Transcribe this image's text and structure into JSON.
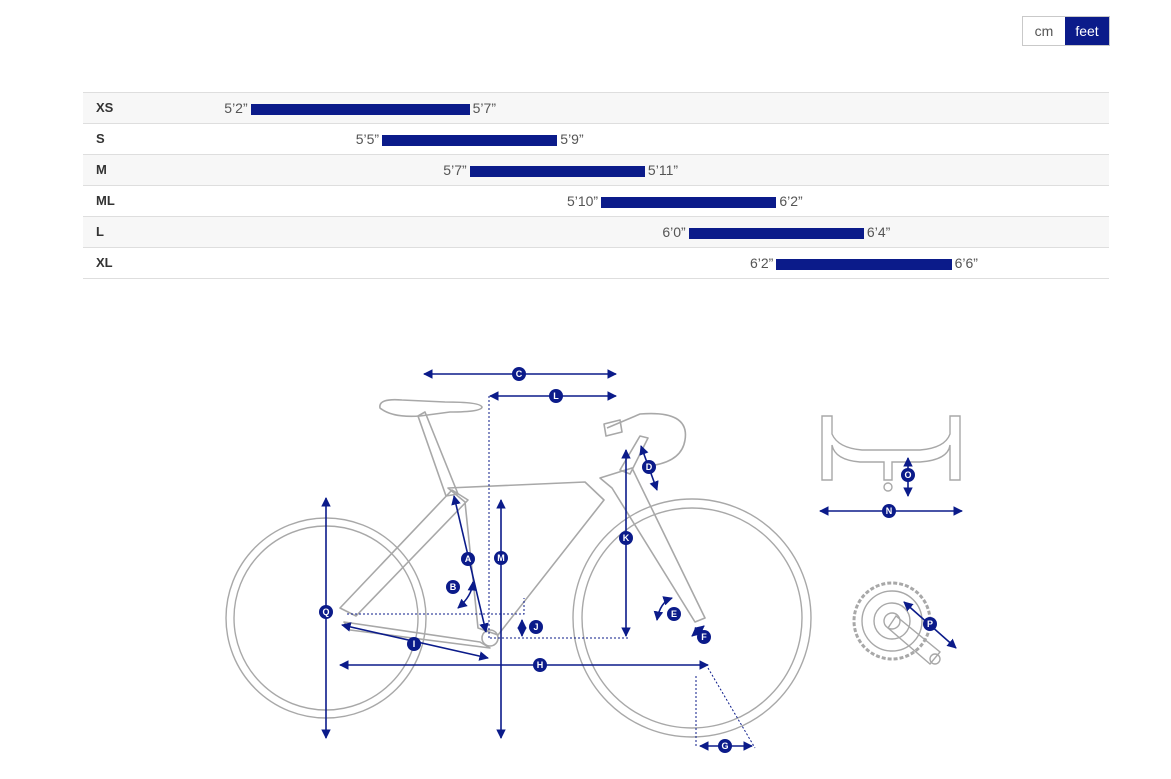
{
  "unit_toggle": {
    "options": [
      {
        "label": "cm",
        "active": false
      },
      {
        "label": "feet",
        "active": true
      }
    ]
  },
  "size_chart": {
    "axis_min_ft": 5.0,
    "axis_max_ft": 6.75,
    "rows": [
      {
        "size": "XS",
        "min_label": "5’2”",
        "max_label": "5’7”",
        "min_value": 5.1667,
        "max_value": 5.5833
      },
      {
        "size": "S",
        "min_label": "5’5”",
        "max_label": "5’9”",
        "min_value": 5.4167,
        "max_value": 5.75
      },
      {
        "size": "M",
        "min_label": "5’7”",
        "max_label": "5’11”",
        "min_value": 5.5833,
        "max_value": 5.9167
      },
      {
        "size": "ML",
        "min_label": "5’10”",
        "max_label": "6’2”",
        "min_value": 5.8333,
        "max_value": 6.1667
      },
      {
        "size": "L",
        "min_label": "6’0”",
        "max_label": "6’4”",
        "min_value": 6.0,
        "max_value": 6.3333
      },
      {
        "size": "XL",
        "min_label": "6’2”",
        "max_label": "6’6”",
        "min_value": 6.1667,
        "max_value": 6.5
      }
    ]
  },
  "geometry_labels": {
    "A": "A",
    "B": "B",
    "C": "C",
    "D": "D",
    "E": "E",
    "F": "F",
    "G": "G",
    "H": "H",
    "I": "I",
    "J": "J",
    "K": "K",
    "L": "L",
    "M": "M",
    "N": "N",
    "O": "O",
    "P": "P",
    "Q": "Q"
  },
  "colors": {
    "accent": "#0b1b8a",
    "line": "#9a9a9a",
    "row_alt": "#f7f7f7"
  }
}
